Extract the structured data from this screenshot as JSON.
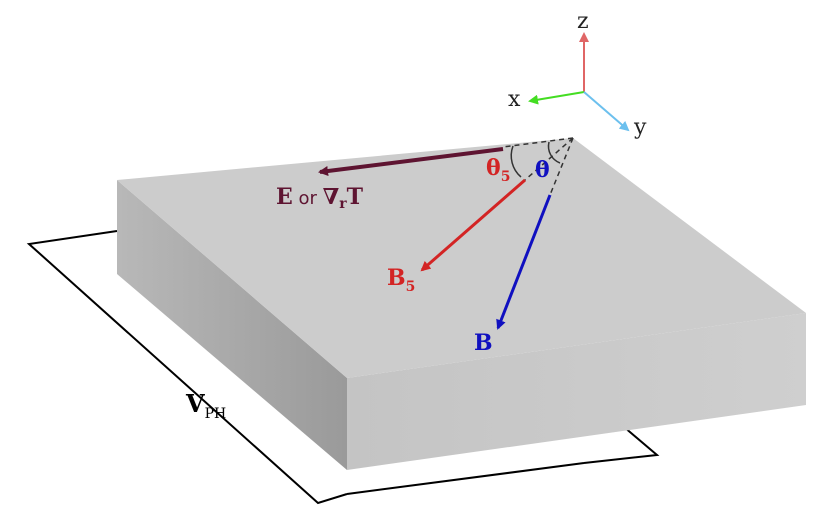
{
  "axes": {
    "z_label": "z",
    "x_label": "x",
    "y_label": "y",
    "colors": {
      "z": "#e06666",
      "x": "#44dd22",
      "y": "#6cc0ee"
    }
  },
  "vectors": {
    "E": {
      "main": "E",
      "or": " or ",
      "nabla": "∇",
      "nabla_sub": "r",
      "T": "T",
      "color": "#5e1431"
    },
    "B5": {
      "main": "B",
      "sub": "5",
      "color": "#d32424"
    },
    "B": {
      "main": "B",
      "color": "#1010c0"
    }
  },
  "angles": {
    "theta5": {
      "main": "θ",
      "sub": "5",
      "color": "#d32424"
    },
    "theta": {
      "main": "θ",
      "color": "#1010c0"
    }
  },
  "voltage": {
    "main": "V",
    "sub": "PH"
  },
  "colors": {
    "slab_top": "#cccccc",
    "slab_front": "#c8c8c8",
    "slab_left": "#a8a8a8"
  }
}
